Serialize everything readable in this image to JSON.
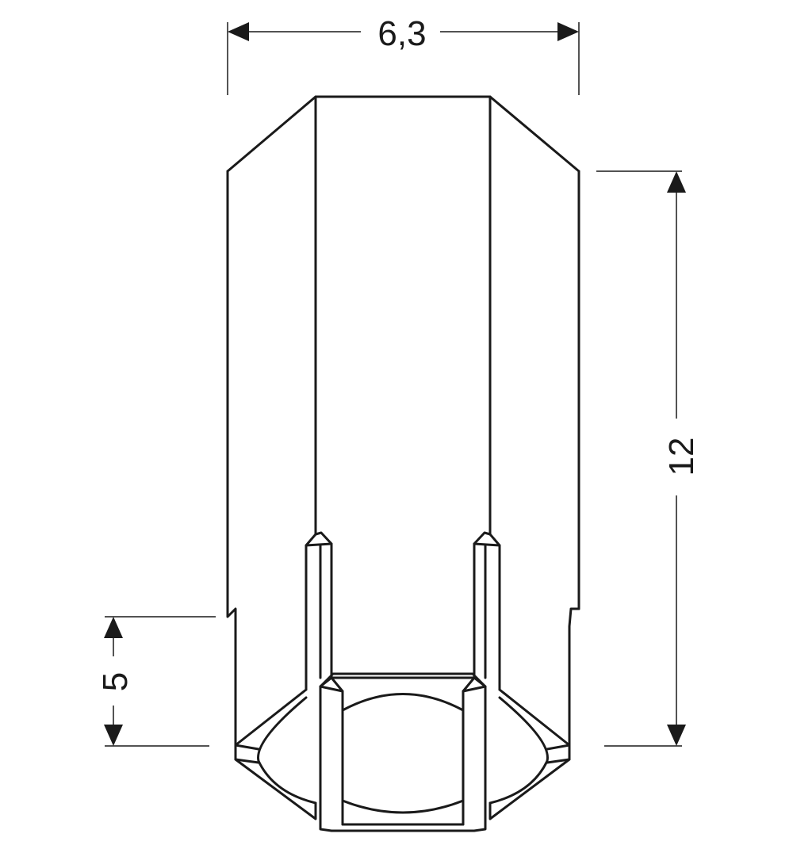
{
  "dimensions": {
    "width": "6,3",
    "height": "12",
    "slot_depth": "5"
  },
  "colors": {
    "line": "#1a1a1a",
    "background": "#ffffff"
  }
}
